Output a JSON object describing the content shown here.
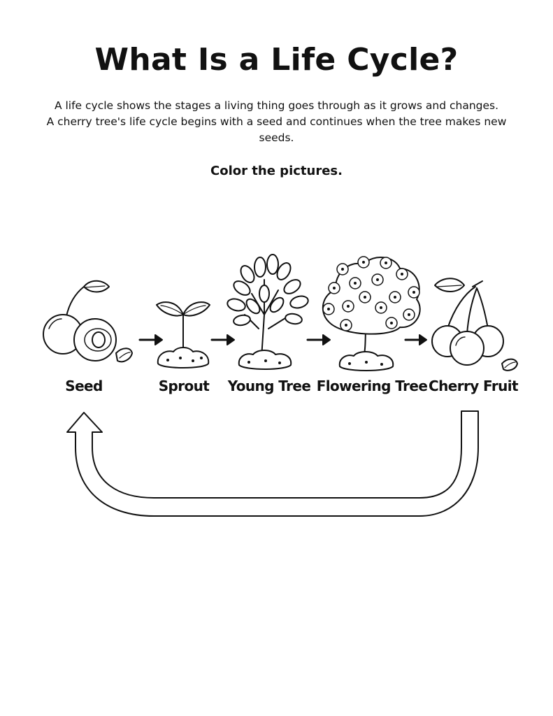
{
  "worksheet": {
    "title": "What Is a Life Cycle?",
    "intro_line_1": "A life cycle shows the stages a living thing goes through as it grows and changes.",
    "intro_line_2": "A cherry tree's life cycle begins with a seed and continues when the tree makes new seeds.",
    "instruction": "Color the pictures."
  },
  "stages": [
    {
      "label": "Seed",
      "icon": "cherry-seed-icon"
    },
    {
      "label": "Sprout",
      "icon": "sprout-icon"
    },
    {
      "label": "Young Tree",
      "icon": "young-tree-icon"
    },
    {
      "label": "Flowering Tree",
      "icon": "flowering-tree-icon"
    },
    {
      "label": "Cherry Fruit",
      "icon": "cherry-fruit-icon"
    }
  ],
  "colors": {
    "ink": "#111111",
    "paper": "#ffffff"
  }
}
